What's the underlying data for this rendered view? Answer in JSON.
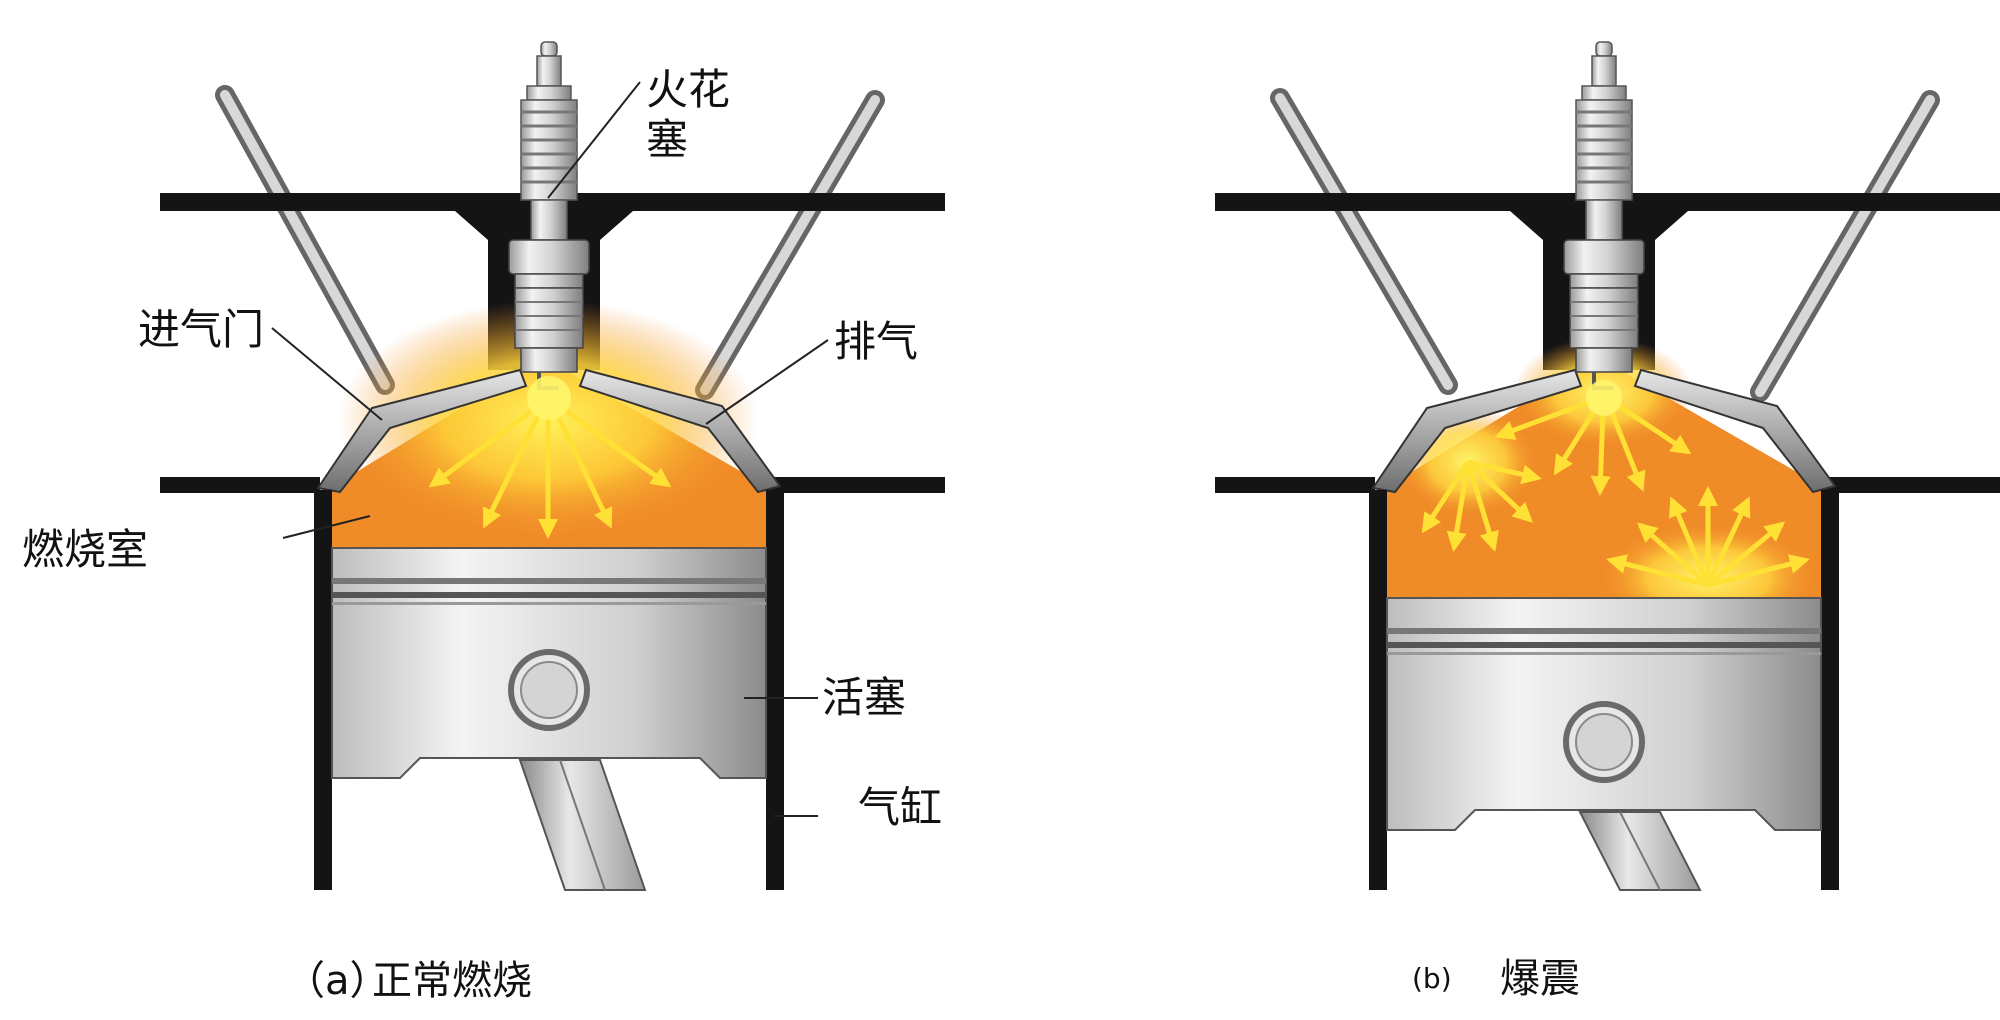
{
  "labels": {
    "spark_plug_line1": "火花",
    "spark_plug_line2": "塞",
    "intake_valve": "进气门",
    "exhaust": "排气",
    "combustion_chamber": "燃烧室",
    "piston": "活塞",
    "cylinder": "气缸"
  },
  "captions": {
    "a_prefix": "（a）",
    "a_text": "正常燃烧",
    "b_prefix": "(b)",
    "b_text": "爆震"
  },
  "colors": {
    "frame": "#141414",
    "chamber_orange": "#f08c28",
    "flame_yellow": "#ffe94a",
    "arrow_yellow": "#ffe135",
    "metal_light": "#efefef",
    "metal_dark": "#8a8a8a"
  }
}
